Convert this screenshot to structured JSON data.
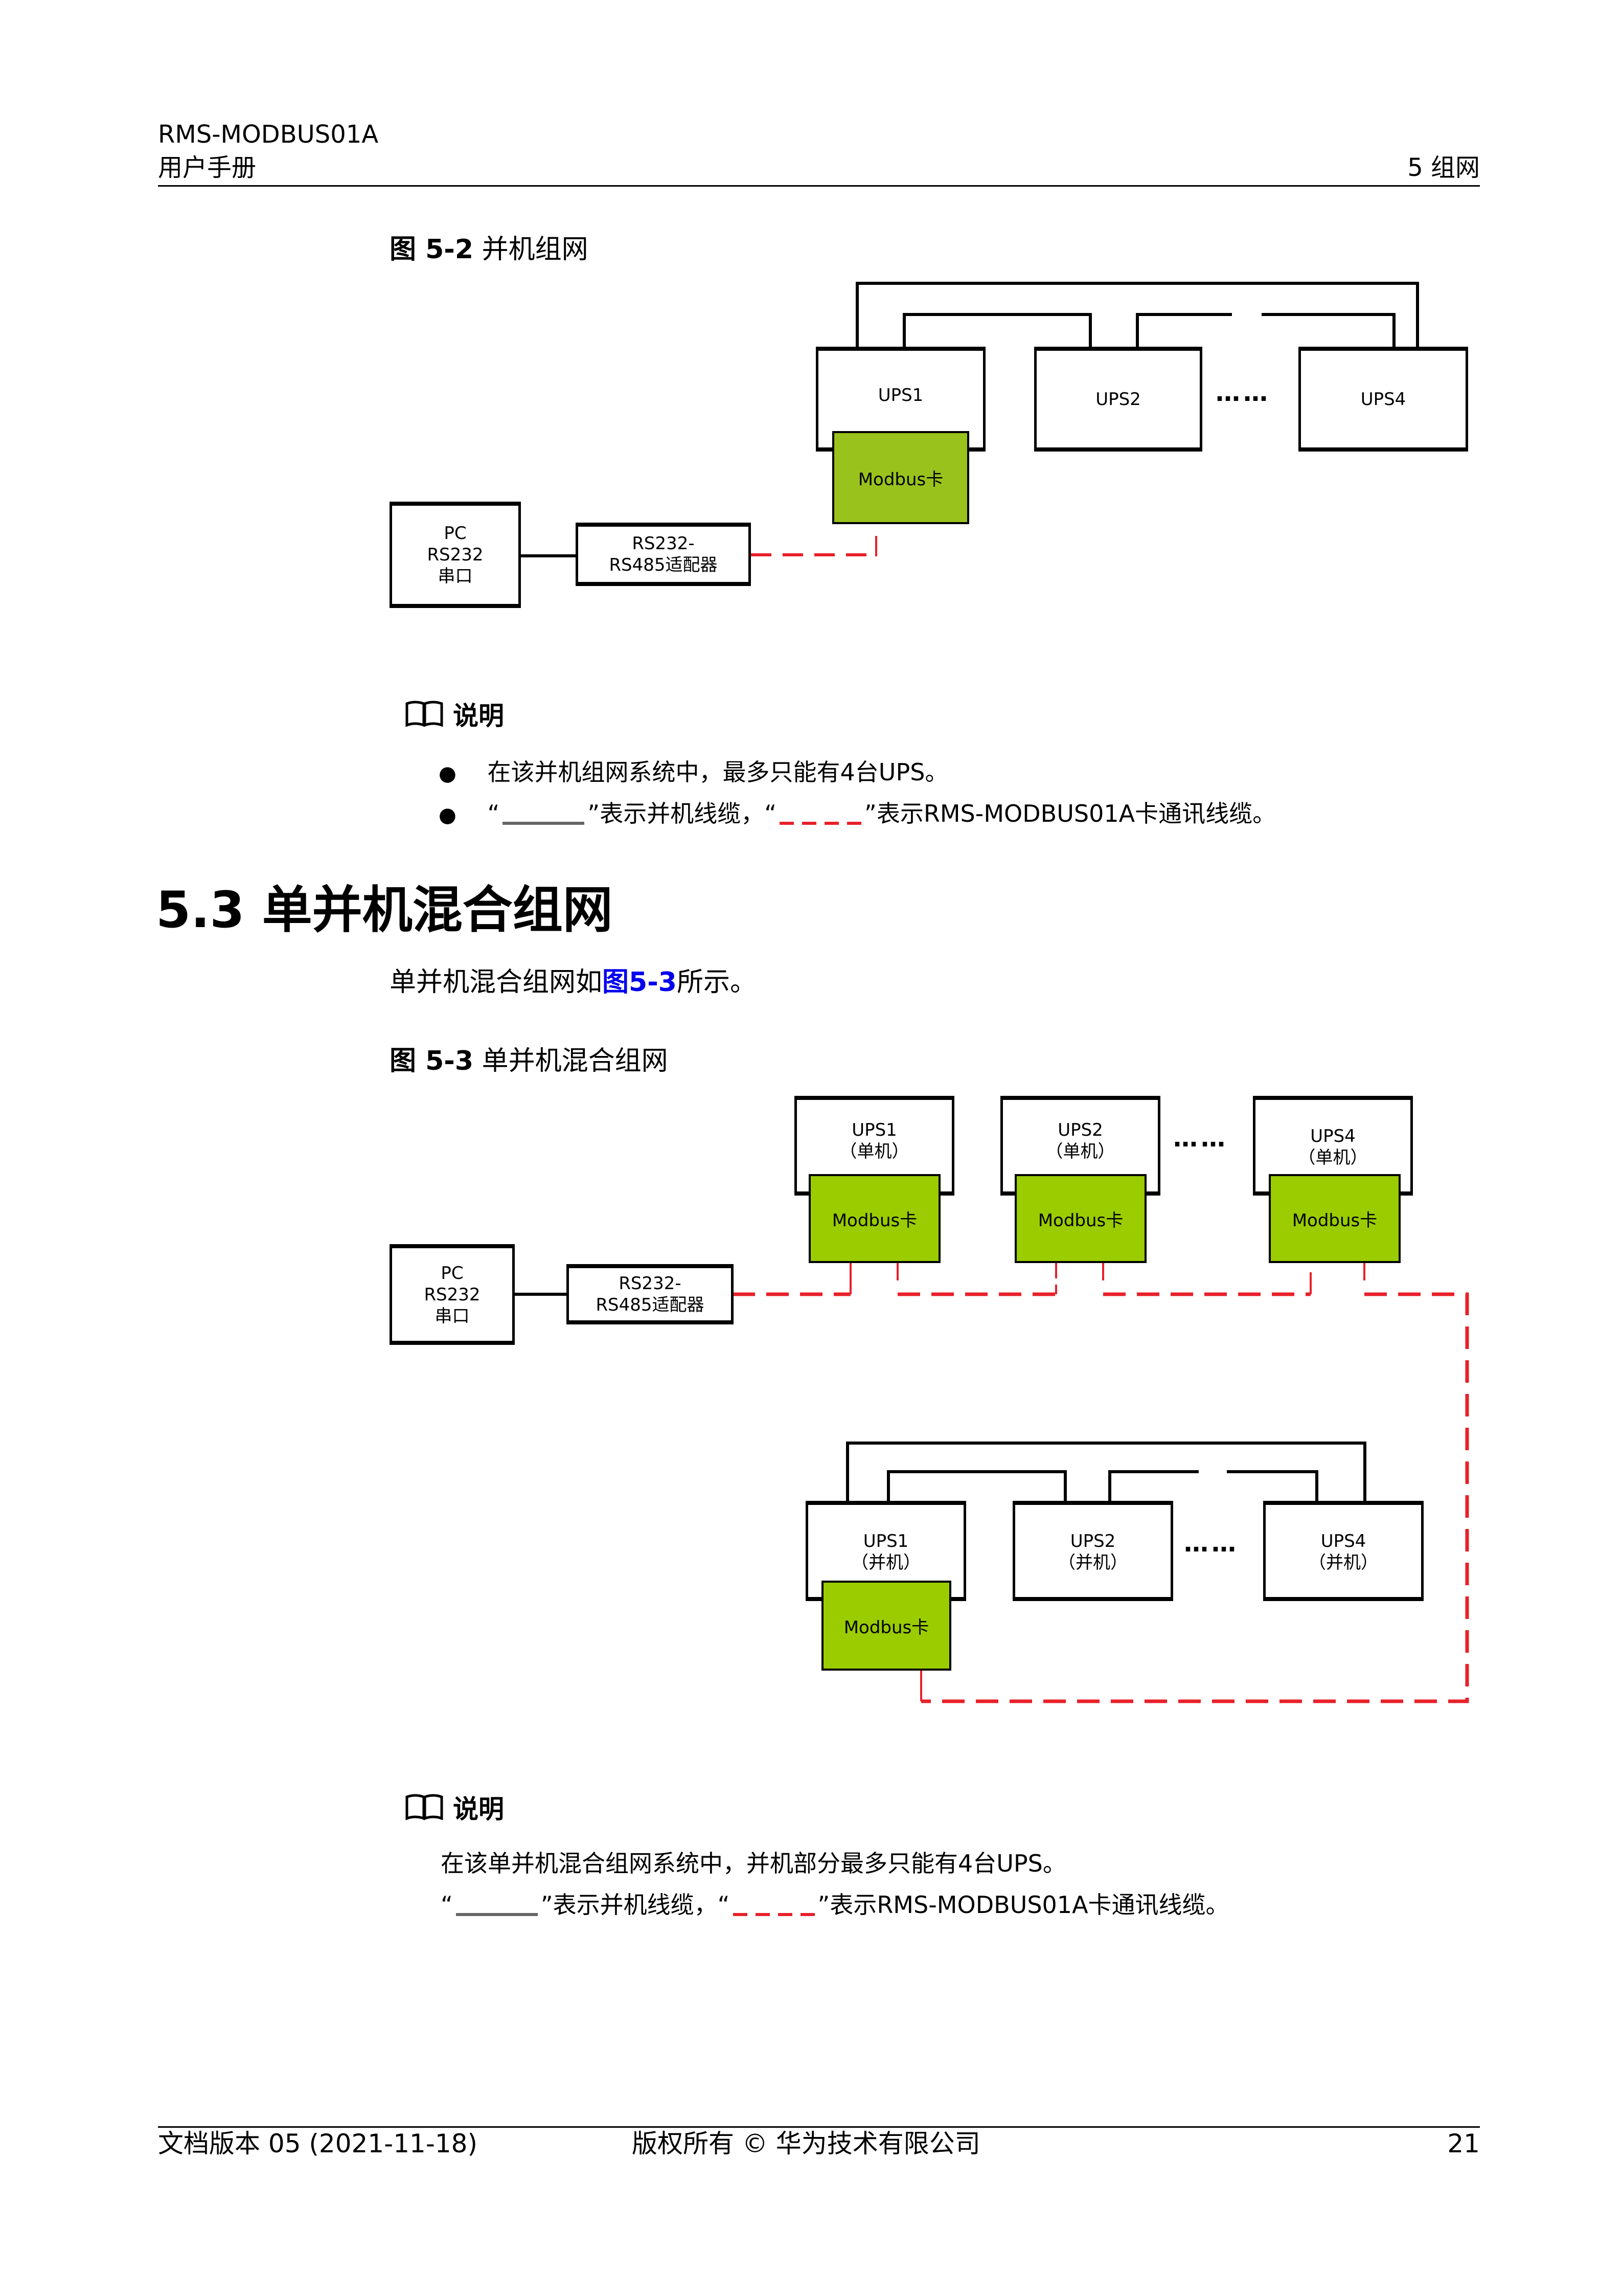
{
  "header": {
    "product": "RMS-MODBUS01A",
    "doc_type": "用户手册",
    "chapter": "5 组网"
  },
  "figure_5_2": {
    "label": "图 5-2",
    "title": "并机组网",
    "nodes": {
      "ups1": "UPS1",
      "ups2": "UPS2",
      "ups4": "UPS4",
      "ellipsis": "……",
      "modbus_card": "Modbus卡",
      "pc_line1": "PC",
      "pc_line2": "RS232",
      "pc_line3": "串口",
      "adapter_line1": "RS232-",
      "adapter_line2": "RS485适配器"
    }
  },
  "note_1": {
    "heading": "说明",
    "items": [
      {
        "text": "在该并机组网系统中，最多只能有4台UPS。"
      },
      {
        "open_quote": "“",
        "mid1": "”表示并机线缆，“",
        "mid2": "”表示RMS-MODBUS01A卡通讯线缆。"
      }
    ]
  },
  "section_5_3": {
    "number": "5.3",
    "title": "单并机混合组网",
    "intro_prefix": "单并机混合组网如",
    "intro_link": "图5-3",
    "intro_suffix": "所示。"
  },
  "figure_5_3": {
    "label": "图 5-3",
    "title": "单并机混合组网",
    "single_group": {
      "ups1": "UPS1",
      "ups2": "UPS2",
      "ups4": "UPS4",
      "mode": "（单机）",
      "modbus_card": "Modbus卡"
    },
    "parallel_group": {
      "ups1": "UPS1",
      "ups2": "UPS2",
      "ups4": "UPS4",
      "mode": "（并机）",
      "modbus_card": "Modbus卡"
    },
    "ellipsis": "……",
    "pc_line1": "PC",
    "pc_line2": "RS232",
    "pc_line3": "串口",
    "adapter_line1": "RS232-",
    "adapter_line2": "RS485适配器"
  },
  "note_2": {
    "heading": "说明",
    "line1": "在该单并机混合组网系统中，并机部分最多只能有4台UPS。",
    "open_quote": "“",
    "mid1": "”表示并机线缆，“",
    "mid2": "”表示RMS-MODBUS01A卡通讯线缆。"
  },
  "footer": {
    "version": "文档版本 05 (2021-11-18)",
    "copyright": "版权所有 © 华为技术有限公司",
    "page": "21"
  },
  "colors": {
    "card_green": "#99c31c",
    "comm_cable_red": "#e8202a",
    "link_blue": "#0000ee"
  }
}
